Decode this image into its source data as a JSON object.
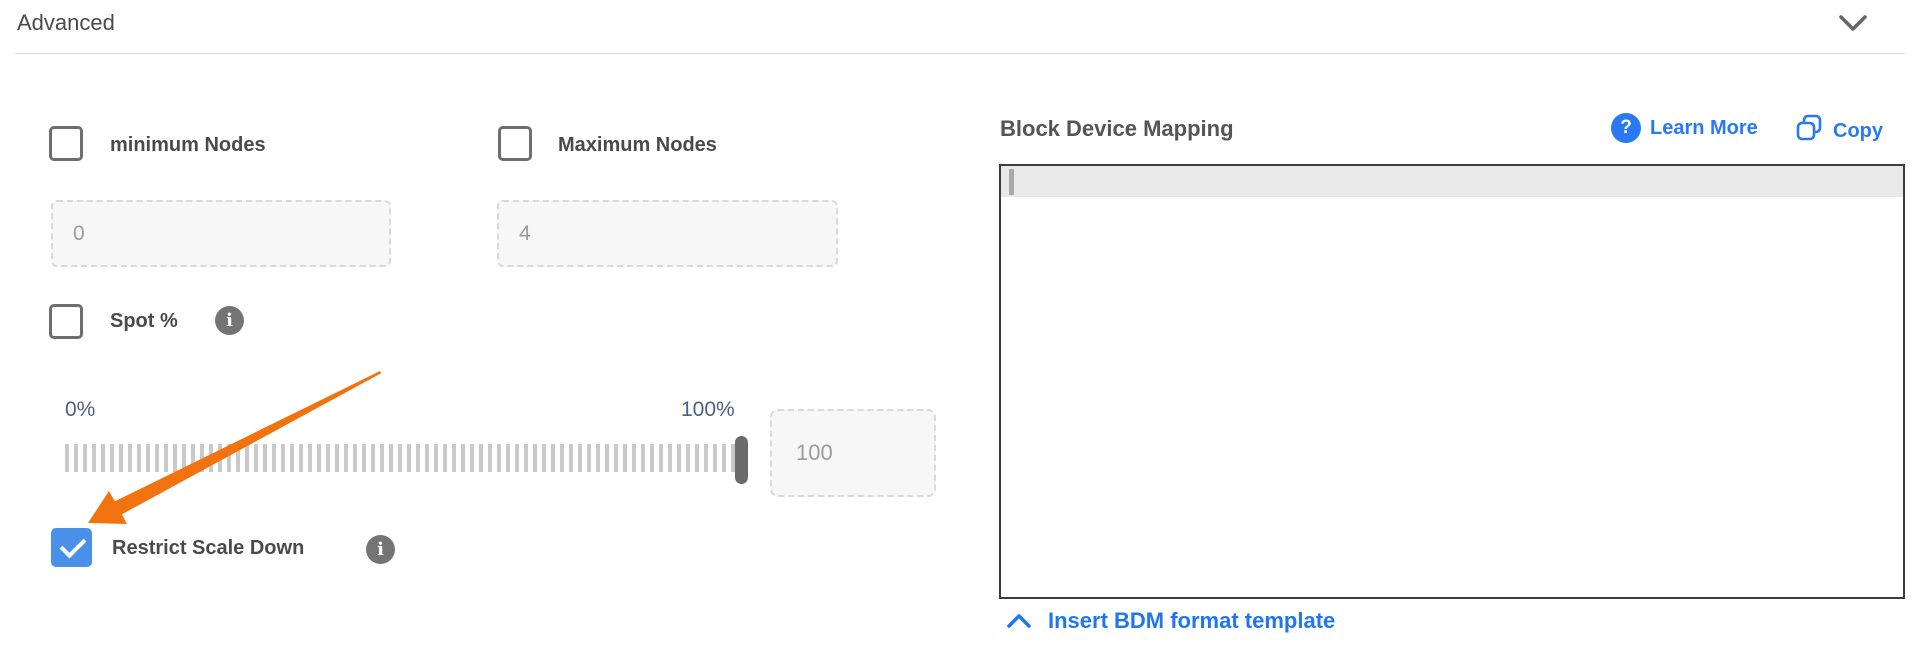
{
  "panel": {
    "title": "Advanced"
  },
  "fields": {
    "min_nodes": {
      "label": "minimum Nodes",
      "checked": false,
      "placeholder": "0"
    },
    "max_nodes": {
      "label": "Maximum Nodes",
      "checked": false,
      "placeholder": "4"
    },
    "spot": {
      "label": "Spot %",
      "checked": false
    },
    "slider": {
      "min_label": "0%",
      "max_label": "100%",
      "placeholder": "100"
    },
    "restrict_scale_down": {
      "label": "Restrict Scale Down",
      "checked": true
    }
  },
  "bdm": {
    "title": "Block Device Mapping",
    "learn_more": "Learn More",
    "copy": "Copy",
    "editor_value": "",
    "insert_template": "Insert BDM format template"
  },
  "icons": {
    "info": "i",
    "question": "?"
  },
  "colors": {
    "accent_blue": "#4a90e8",
    "link_blue": "#2979f2",
    "arrow_orange": "#f1730f",
    "slider_label_blue": "#4e5f82",
    "editor_border": "#3d3d3d"
  }
}
